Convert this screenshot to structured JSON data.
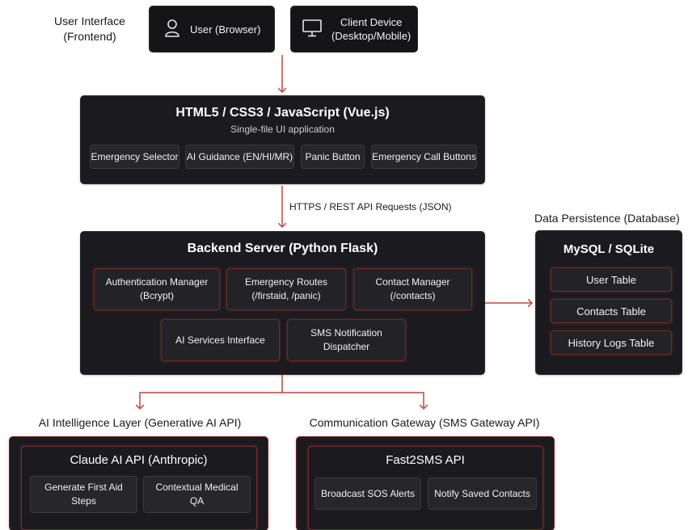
{
  "colors": {
    "arrow": "#c0453d",
    "panel": "#1b1b1f",
    "accent": "#7a2f2f"
  },
  "frontend": {
    "label": "User Interface\n(Frontend)",
    "user": {
      "label": "User (Browser)",
      "icon": "user-icon"
    },
    "device": {
      "label": "Client Device\n(Desktop/Mobile)",
      "icon": "monitor-icon"
    }
  },
  "ui_app": {
    "title": "HTML5 / CSS3 / JavaScript (Vue.js)",
    "subtitle": "Single-file UI application",
    "modules": [
      "Emergency Selector",
      "AI Guidance (EN/HI/MR)",
      "Panic Button",
      "Emergency Call Buttons"
    ]
  },
  "edges": {
    "api_requests": "HTTPS / REST API Requests (JSON)"
  },
  "backend": {
    "title": "Backend Server (Python Flask)",
    "modules": [
      "Authentication Manager\n(Bcrypt)",
      "Emergency Routes\n(/firstaid, /panic)",
      "Contact Manager\n(/contacts)",
      "AI Services Interface",
      "SMS Notification\nDispatcher"
    ]
  },
  "database": {
    "label": "Data Persistence (Database)",
    "title": "MySQL / SQLite",
    "tables": [
      "User Table",
      "Contacts Table",
      "History Logs Table"
    ]
  },
  "ai_layer": {
    "label": "AI Intelligence Layer (Generative AI API)",
    "title": "Claude AI API (Anthropic)",
    "items": [
      "Generate First Aid\nSteps",
      "Contextual Medical\nQA"
    ]
  },
  "sms_gateway": {
    "label": "Communication Gateway (SMS Gateway API)",
    "title": "Fast2SMS API",
    "items": [
      "Broadcast SOS Alerts",
      "Notify Saved Contacts"
    ]
  }
}
